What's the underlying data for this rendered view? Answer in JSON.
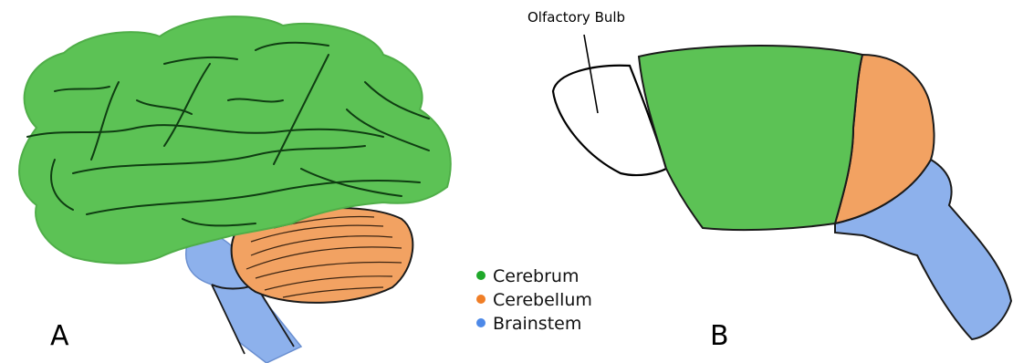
{
  "panels": {
    "a_label": "A",
    "b_label": "B"
  },
  "callout": {
    "olfactory_bulb": "Olfactory Bulb"
  },
  "legend": {
    "items": [
      {
        "label": "Cerebrum",
        "color": "#1fa82a"
      },
      {
        "label": "Cerebellum",
        "color": "#f07e26"
      },
      {
        "label": "Brainstem",
        "color": "#4d89e8"
      }
    ]
  },
  "colors": {
    "cerebrum_fill": "#5cc255",
    "cerebellum_fill": "#f2a262",
    "brainstem_fill": "#8db1ec",
    "outline": "#1a1a1a"
  }
}
